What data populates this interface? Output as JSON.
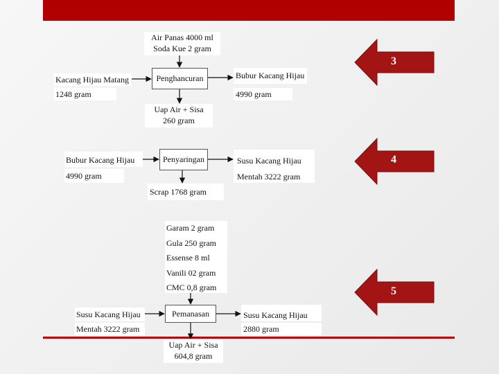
{
  "header": {
    "bar_color": "#b00000"
  },
  "section3": {
    "input_top": [
      "Air Panas 4000 ml",
      "Soda Kue 2 gram"
    ],
    "input_left_name": "Kacang Hijau Matang",
    "input_left_amount": "1248 gram",
    "process": "Penghancuran",
    "output_right_name": "Bubur Kacang Hijau",
    "output_right_amount": "4990 gram",
    "output_bottom": [
      "Uap Air + Sisa",
      "260 gram"
    ],
    "arrow_label": "3"
  },
  "section4": {
    "input_left_name": "Bubur Kacang Hijau",
    "input_left_amount": "4990 gram",
    "process": "Penyaringan",
    "output_right_name": "Susu Kacang Hijau",
    "output_right_amount": "Mentah 3222 gram",
    "output_bottom": "Scrap 1768 gram",
    "arrow_label": "4"
  },
  "section5": {
    "input_top": [
      "Garam 2 gram",
      "Gula 250 gram",
      "Essense 8 ml",
      "Vanili 02 gram",
      "CMC 0,8 gram"
    ],
    "input_left_name": "Susu Kacang Hijau",
    "input_left_amount": "Mentah 3222 gram",
    "process": "Pemanasan",
    "output_right_name": "Susu Kacang Hijau",
    "output_right_amount": "2880 gram",
    "output_bottom": [
      "Uap Air + Sisa",
      "604,8 gram"
    ],
    "arrow_label": "5"
  },
  "colors": {
    "accent": "#b00000",
    "arrow_fill": "#a31515"
  }
}
